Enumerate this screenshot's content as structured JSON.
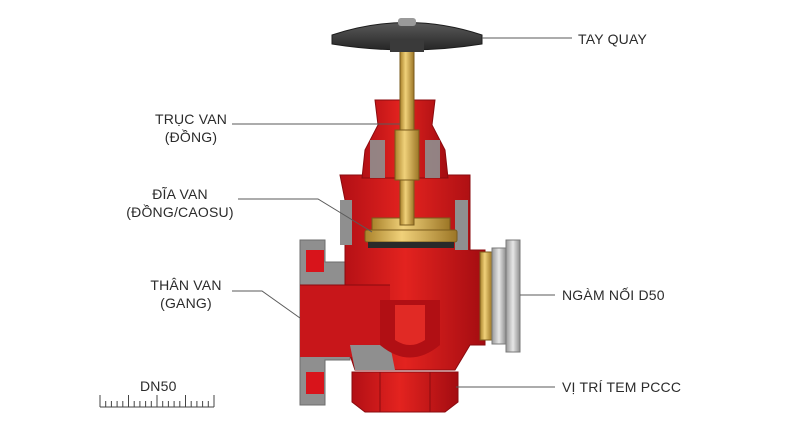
{
  "labels": {
    "handwheel": "TAY QUAY",
    "stem_line1": "TRỤC VAN",
    "stem_line2": "(ĐỒNG)",
    "disc_line1": "ĐĨA VAN",
    "disc_line2": "(ĐỒNG/CAOSU)",
    "body_line1": "THÂN VAN",
    "body_line2": "(GANG)",
    "outlet": "NGÀM NỐI D50",
    "tag": "VỊ TRÍ TEM PCCC",
    "scale": "DN50"
  },
  "colors": {
    "body_red": "#d8141b",
    "body_dark_red": "#a90d12",
    "cut_grey": "#8f8f8f",
    "brass": "#d9b24a",
    "handwheel": "#3a3a3a",
    "coupling_silver": "#c9c9c9"
  }
}
